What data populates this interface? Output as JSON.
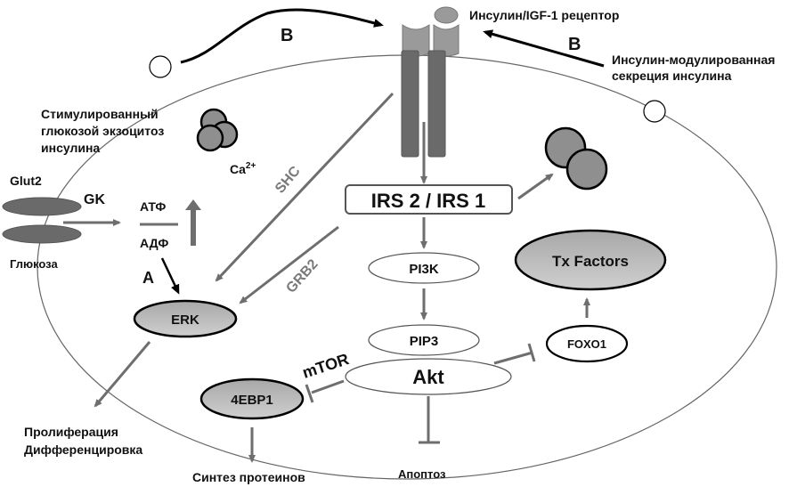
{
  "colors": {
    "arrow_gray": "#6e6e6e",
    "node_fill_gray": "#bdbdbd",
    "granule_fill": "#8f8f8f",
    "receptor_dark": "#6a6a6a",
    "receptor_light": "#9a9a9a",
    "black": "#000000"
  },
  "receptor": {
    "label": "Инсулин/IGF-1 рецептор"
  },
  "pathway_b_left": {
    "label": "B"
  },
  "pathway_b_right": {
    "label": "B",
    "caption_line1": "Инсулин-модулированная",
    "caption_line2": "секреция инсулина"
  },
  "exocytosis": {
    "line1": "Стимулированный",
    "line2": "глюкозой экзоцитоз",
    "line3": "инсулина"
  },
  "calcium": {
    "base": "Ca",
    "sup": "2+"
  },
  "glut2": {
    "label": "Glut2",
    "gk": "GK",
    "glucose": "Глюкоза"
  },
  "atp_adp": {
    "atp": "АТФ",
    "adp": "АДФ"
  },
  "pathway_a": {
    "label": "A"
  },
  "adapters": {
    "shc": "SHC",
    "grb2": "GRB2"
  },
  "nodes": {
    "irs": "IRS 2 / IRS 1",
    "pi3k": "PI3K",
    "pip3": "PIP3",
    "akt": "Akt",
    "erk": "ERK",
    "foxo1": "FOXO1",
    "tx_factors": "Tx Factors",
    "eb4p1": "4EBP1",
    "mtor": "mTOR"
  },
  "outcomes": {
    "proliferation": "Пролиферация",
    "differentiation": "Дифференцировка",
    "protein_synthesis": "Синтез протеинов",
    "apoptosis": "Апоптоз"
  }
}
